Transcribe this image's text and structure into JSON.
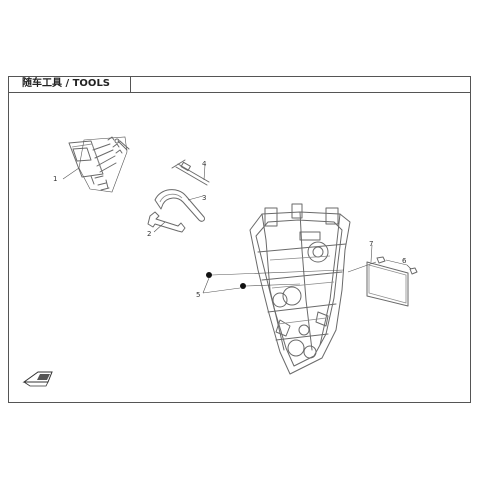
{
  "diagram": {
    "title": "随车工具 / TOOLS",
    "callouts": {
      "c1": "1",
      "c2": "2",
      "c3": "3",
      "c4": "4",
      "c5": "5",
      "c6": "6",
      "c7": "7"
    },
    "colors": {
      "line": "#6a6a6a",
      "frame": "#555555",
      "text": "#222222",
      "fastener": "#111111"
    },
    "icons": [
      "tool-kit-icon",
      "spanner-icon",
      "hook-wrench-icon",
      "rod-tool-icon",
      "vehicle-frame-icon",
      "fastener-icon",
      "plate-icon",
      "direction-arrow-icon"
    ]
  }
}
